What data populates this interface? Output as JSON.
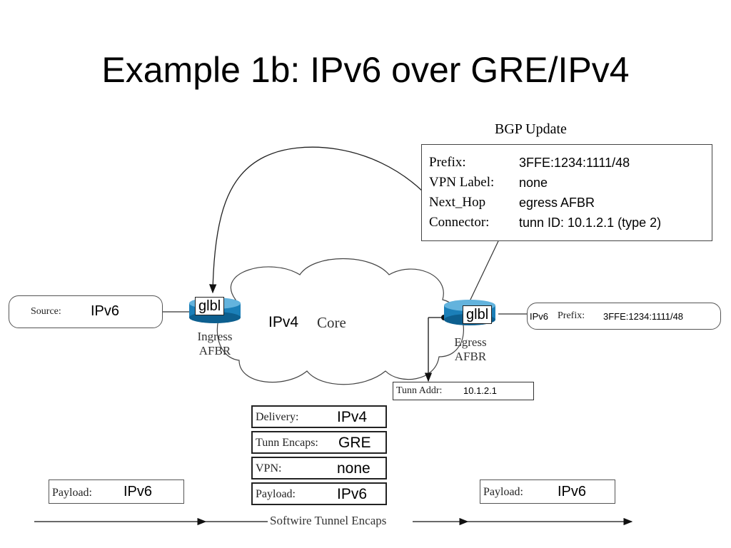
{
  "title": "Example 1b: IPv6 over GRE/IPv4",
  "bgp_update": {
    "heading": "BGP Update",
    "fields": [
      {
        "key": "Prefix:",
        "value": "3FFE:1234:1111/48"
      },
      {
        "key": "VPN Label:",
        "value": "none"
      },
      {
        "key": "Next_Hop",
        "value": "egress AFBR"
      },
      {
        "key": "Connector:",
        "value": "tunn ID: 10.1.2.1 (type 2)"
      }
    ]
  },
  "source": {
    "label": "Source:",
    "value": "IPv6"
  },
  "ingress": {
    "tag": "glbl",
    "name_line1": "Ingress",
    "name_line2": "AFBR"
  },
  "egress": {
    "tag": "glbl",
    "name_line1": "Egress",
    "name_line2": "AFBR"
  },
  "core": {
    "proto": "IPv4",
    "name": "Core"
  },
  "dest_prefix": {
    "proto": "IPv6",
    "label": "Prefix:",
    "value": "3FFE:1234:1111/48"
  },
  "tunn_addr": {
    "label": "Tunn Addr:",
    "value": "10.1.2.1"
  },
  "encap_stack": [
    {
      "key": "Delivery:",
      "value": "IPv4"
    },
    {
      "key": "Tunn Encaps:",
      "value": "GRE"
    },
    {
      "key": "VPN:",
      "value": "none"
    },
    {
      "key": "Payload:",
      "value": "IPv6"
    }
  ],
  "payload_left": {
    "label": "Payload:",
    "value": "IPv6"
  },
  "payload_right": {
    "label": "Payload:",
    "value": "IPv6"
  },
  "timeline_label": "Softwire Tunnel Encaps"
}
